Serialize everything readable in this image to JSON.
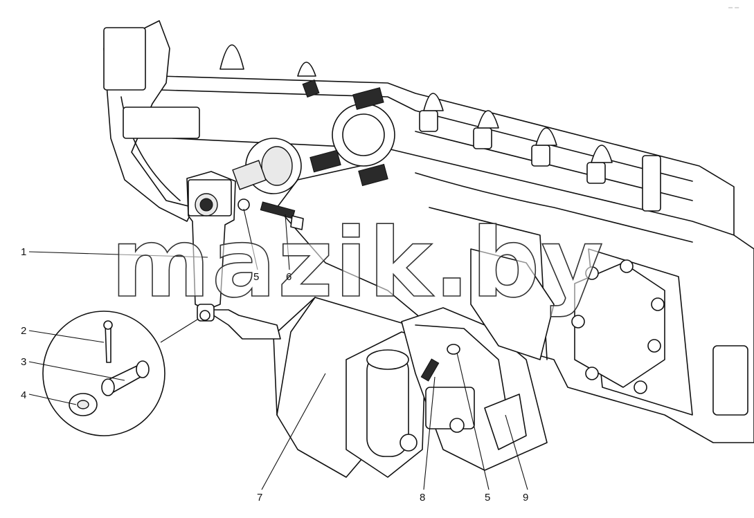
{
  "watermark": "mazik.by",
  "callouts": {
    "c1": "1",
    "c2": "2",
    "c3": "3",
    "c4": "4",
    "c5a": "5",
    "c6": "6",
    "c7": "7",
    "c8": "8",
    "c5b": "5",
    "c9": "9"
  },
  "corner_mark": "– –"
}
